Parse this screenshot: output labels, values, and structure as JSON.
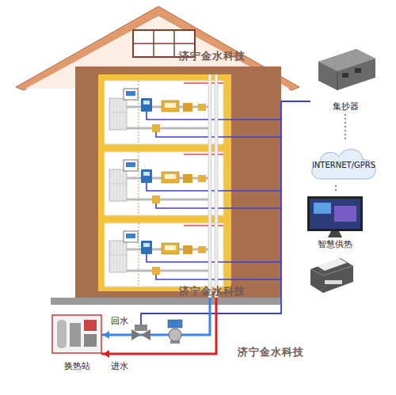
{
  "diagram": {
    "nodes": [
      {
        "text": [
          "集抄器"
        ]
      },
      {
        "text": [
          "INTERNET/GPRS"
        ]
      },
      {
        "text": [
          "智慧供热"
        ]
      },
      {
        "text": [
          "换热站"
        ]
      }
    ],
    "edges": [
      {
        "from": 0,
        "to": 1,
        "arrow": "none"
      },
      {
        "from": 1,
        "to": 2,
        "arrow": "none"
      }
    ],
    "labels": [
      "济宁金水科技",
      "济宁金水科技",
      "济宁金水科技",
      "回水",
      "进水"
    ]
  }
}
